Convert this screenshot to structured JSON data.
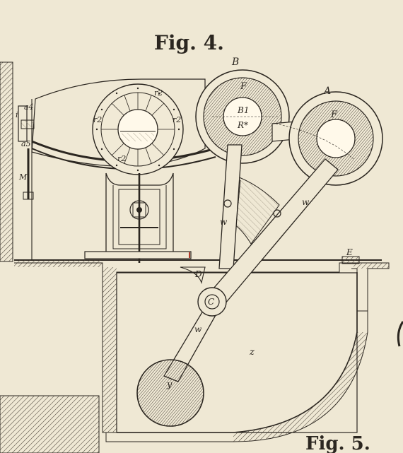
{
  "figure_title": "Fig. 4.",
  "figure_title_bottom": "Fig. 5.",
  "labels": {
    "B": "B",
    "A": "A",
    "F1": "F",
    "F2": "F",
    "B1": "B1",
    "Rstar": "R*",
    "r2_top": "r2",
    "r2_left": "r2",
    "r2_right": "r2",
    "r2_bottom": "r2",
    "a4": "a4",
    "i": "i",
    "a5": "a5",
    "M": "M",
    "w_upper": "w",
    "w_mid": "w",
    "w_lower": "w",
    "D": "D",
    "C": "C",
    "E": "E",
    "z": "z",
    "y": "y"
  },
  "colors": {
    "paper": "#efe8d4",
    "ink": "#2b2620",
    "hatch": "#5a5248",
    "accent_red": "#b23a2a"
  }
}
